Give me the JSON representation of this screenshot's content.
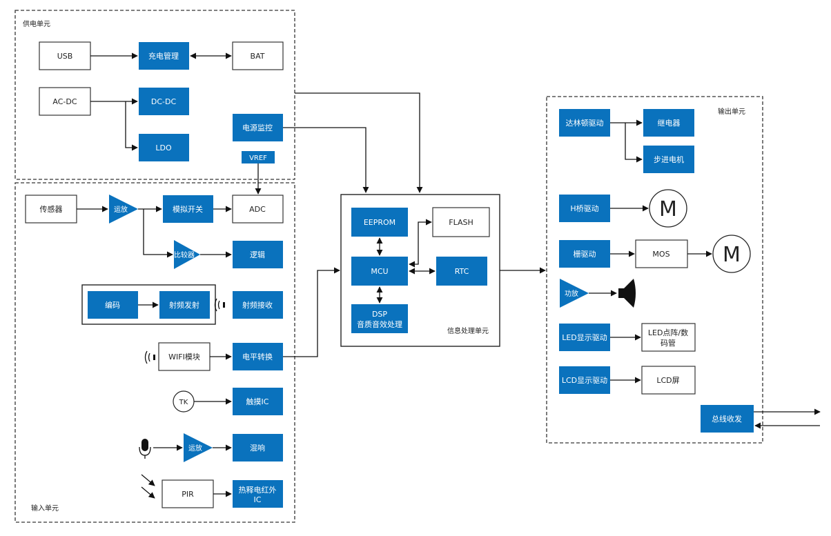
{
  "groups": {
    "power": "供电单元",
    "input": "输入单元",
    "process": "信息处理单元",
    "output": "输出单元"
  },
  "power": {
    "usb": "USB",
    "charge": "充电管理",
    "bat": "BAT",
    "acdc": "AC-DC",
    "dcdc": "DC-DC",
    "ldo": "LDO",
    "monitor": "电源监控",
    "vref": "VREF"
  },
  "input": {
    "sensor": "传感器",
    "opamp1": "运放",
    "analog_switch": "模拟开关",
    "adc": "ADC",
    "comparator": "比较器",
    "logic": "逻辑",
    "encode": "编码",
    "rf_tx": "射频发射",
    "rf_rx": "射频接收",
    "wifi": "WIFI模块",
    "level_shift": "电平转换",
    "tk": "TK",
    "touch_ic": "触摸IC",
    "opamp2": "运放",
    "reverb": "混响",
    "pir": "PIR",
    "pir_ic_l1": "热释电红外",
    "pir_ic_l2": "IC"
  },
  "process": {
    "eeprom": "EEPROM",
    "flash": "FLASH",
    "mcu": "MCU",
    "rtc": "RTC",
    "dsp_l1": "DSP",
    "dsp_l2": "音质音效处理"
  },
  "output": {
    "darlington": "达林顿驱动",
    "relay": "继电器",
    "stepper": "步进电机",
    "hbridge": "H桥驱动",
    "motor1": "M",
    "gate_driver": "栅驱动",
    "mos": "MOS",
    "motor2": "M",
    "amplifier": "功放",
    "led_driver": "LED显示驱动",
    "led_matrix_l1": "LED点阵/数",
    "led_matrix_l2": "码管",
    "lcd_driver": "LCD显示驱动",
    "lcd": "LCD屏",
    "bus": "总线收发"
  },
  "colors": {
    "accent": "#0a72bd",
    "stroke": "#333333"
  }
}
